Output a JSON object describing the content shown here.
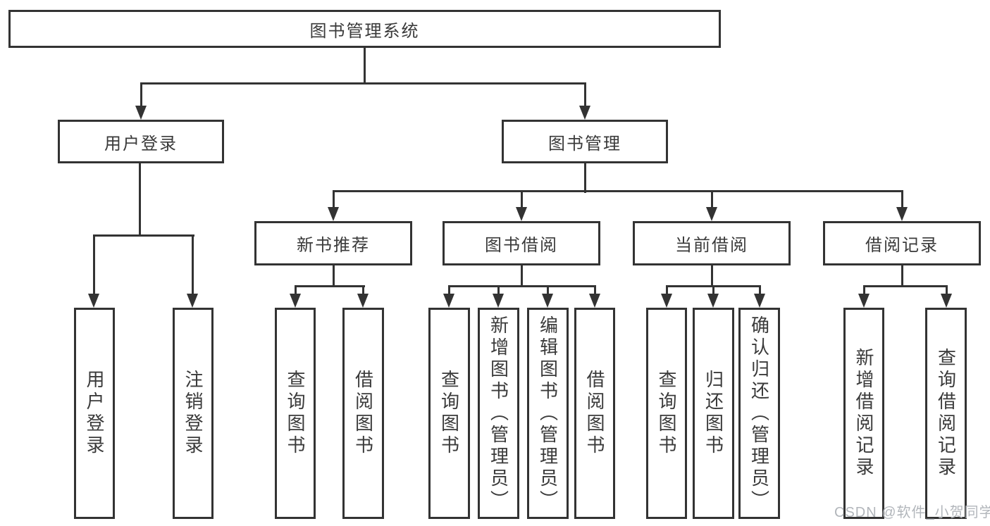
{
  "tree": {
    "label": "图书管理系统",
    "children": [
      {
        "label": "用户登录",
        "children": [
          {
            "label": "用户登录"
          },
          {
            "label": "注销登录"
          }
        ]
      },
      {
        "label": "图书管理",
        "children": [
          {
            "label": "新书推荐",
            "children": [
              {
                "label": "查询图书"
              },
              {
                "label": "借阅图书"
              }
            ]
          },
          {
            "label": "图书借阅",
            "children": [
              {
                "label": "查询图书"
              },
              {
                "label": "新增图书（管理员）"
              },
              {
                "label": "编辑图书（管理员）"
              },
              {
                "label": "借阅图书"
              }
            ]
          },
          {
            "label": "当前借阅",
            "children": [
              {
                "label": "查询图书"
              },
              {
                "label": "归还图书"
              },
              {
                "label": "确认归还（管理员）"
              }
            ]
          },
          {
            "label": "借阅记录",
            "children": [
              {
                "label": "新增借阅记录"
              },
              {
                "label": "查询借阅记录"
              }
            ]
          }
        ]
      }
    ]
  },
  "watermark": {
    "text": "CSDN @软件_小贺同学"
  },
  "colors": {
    "line": "#333333",
    "text": "#3a3a3a",
    "background": "#ffffff",
    "watermark": "#b2b6bb"
  }
}
